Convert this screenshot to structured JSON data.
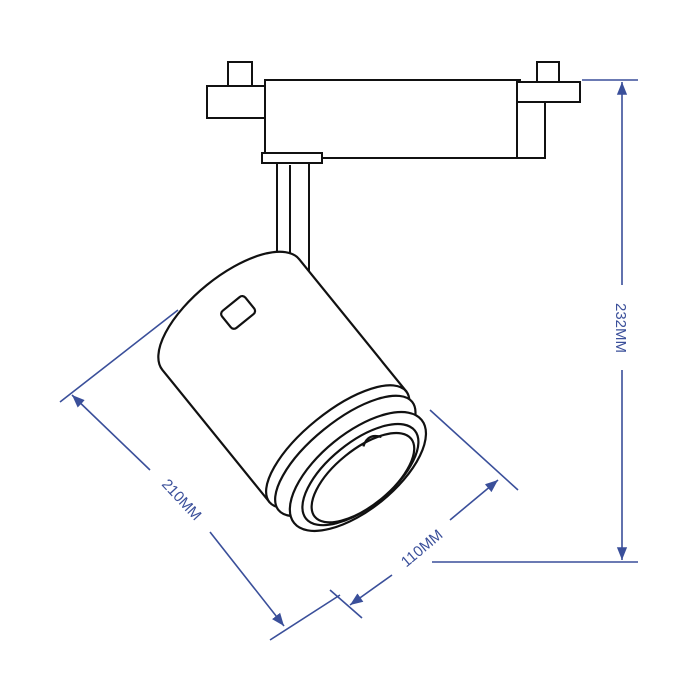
{
  "dimensions": {
    "height": "232MM",
    "length": "210MM",
    "diameter": "110MM"
  },
  "colors": {
    "line": "#111111",
    "dimension": "#3a4f9a"
  }
}
